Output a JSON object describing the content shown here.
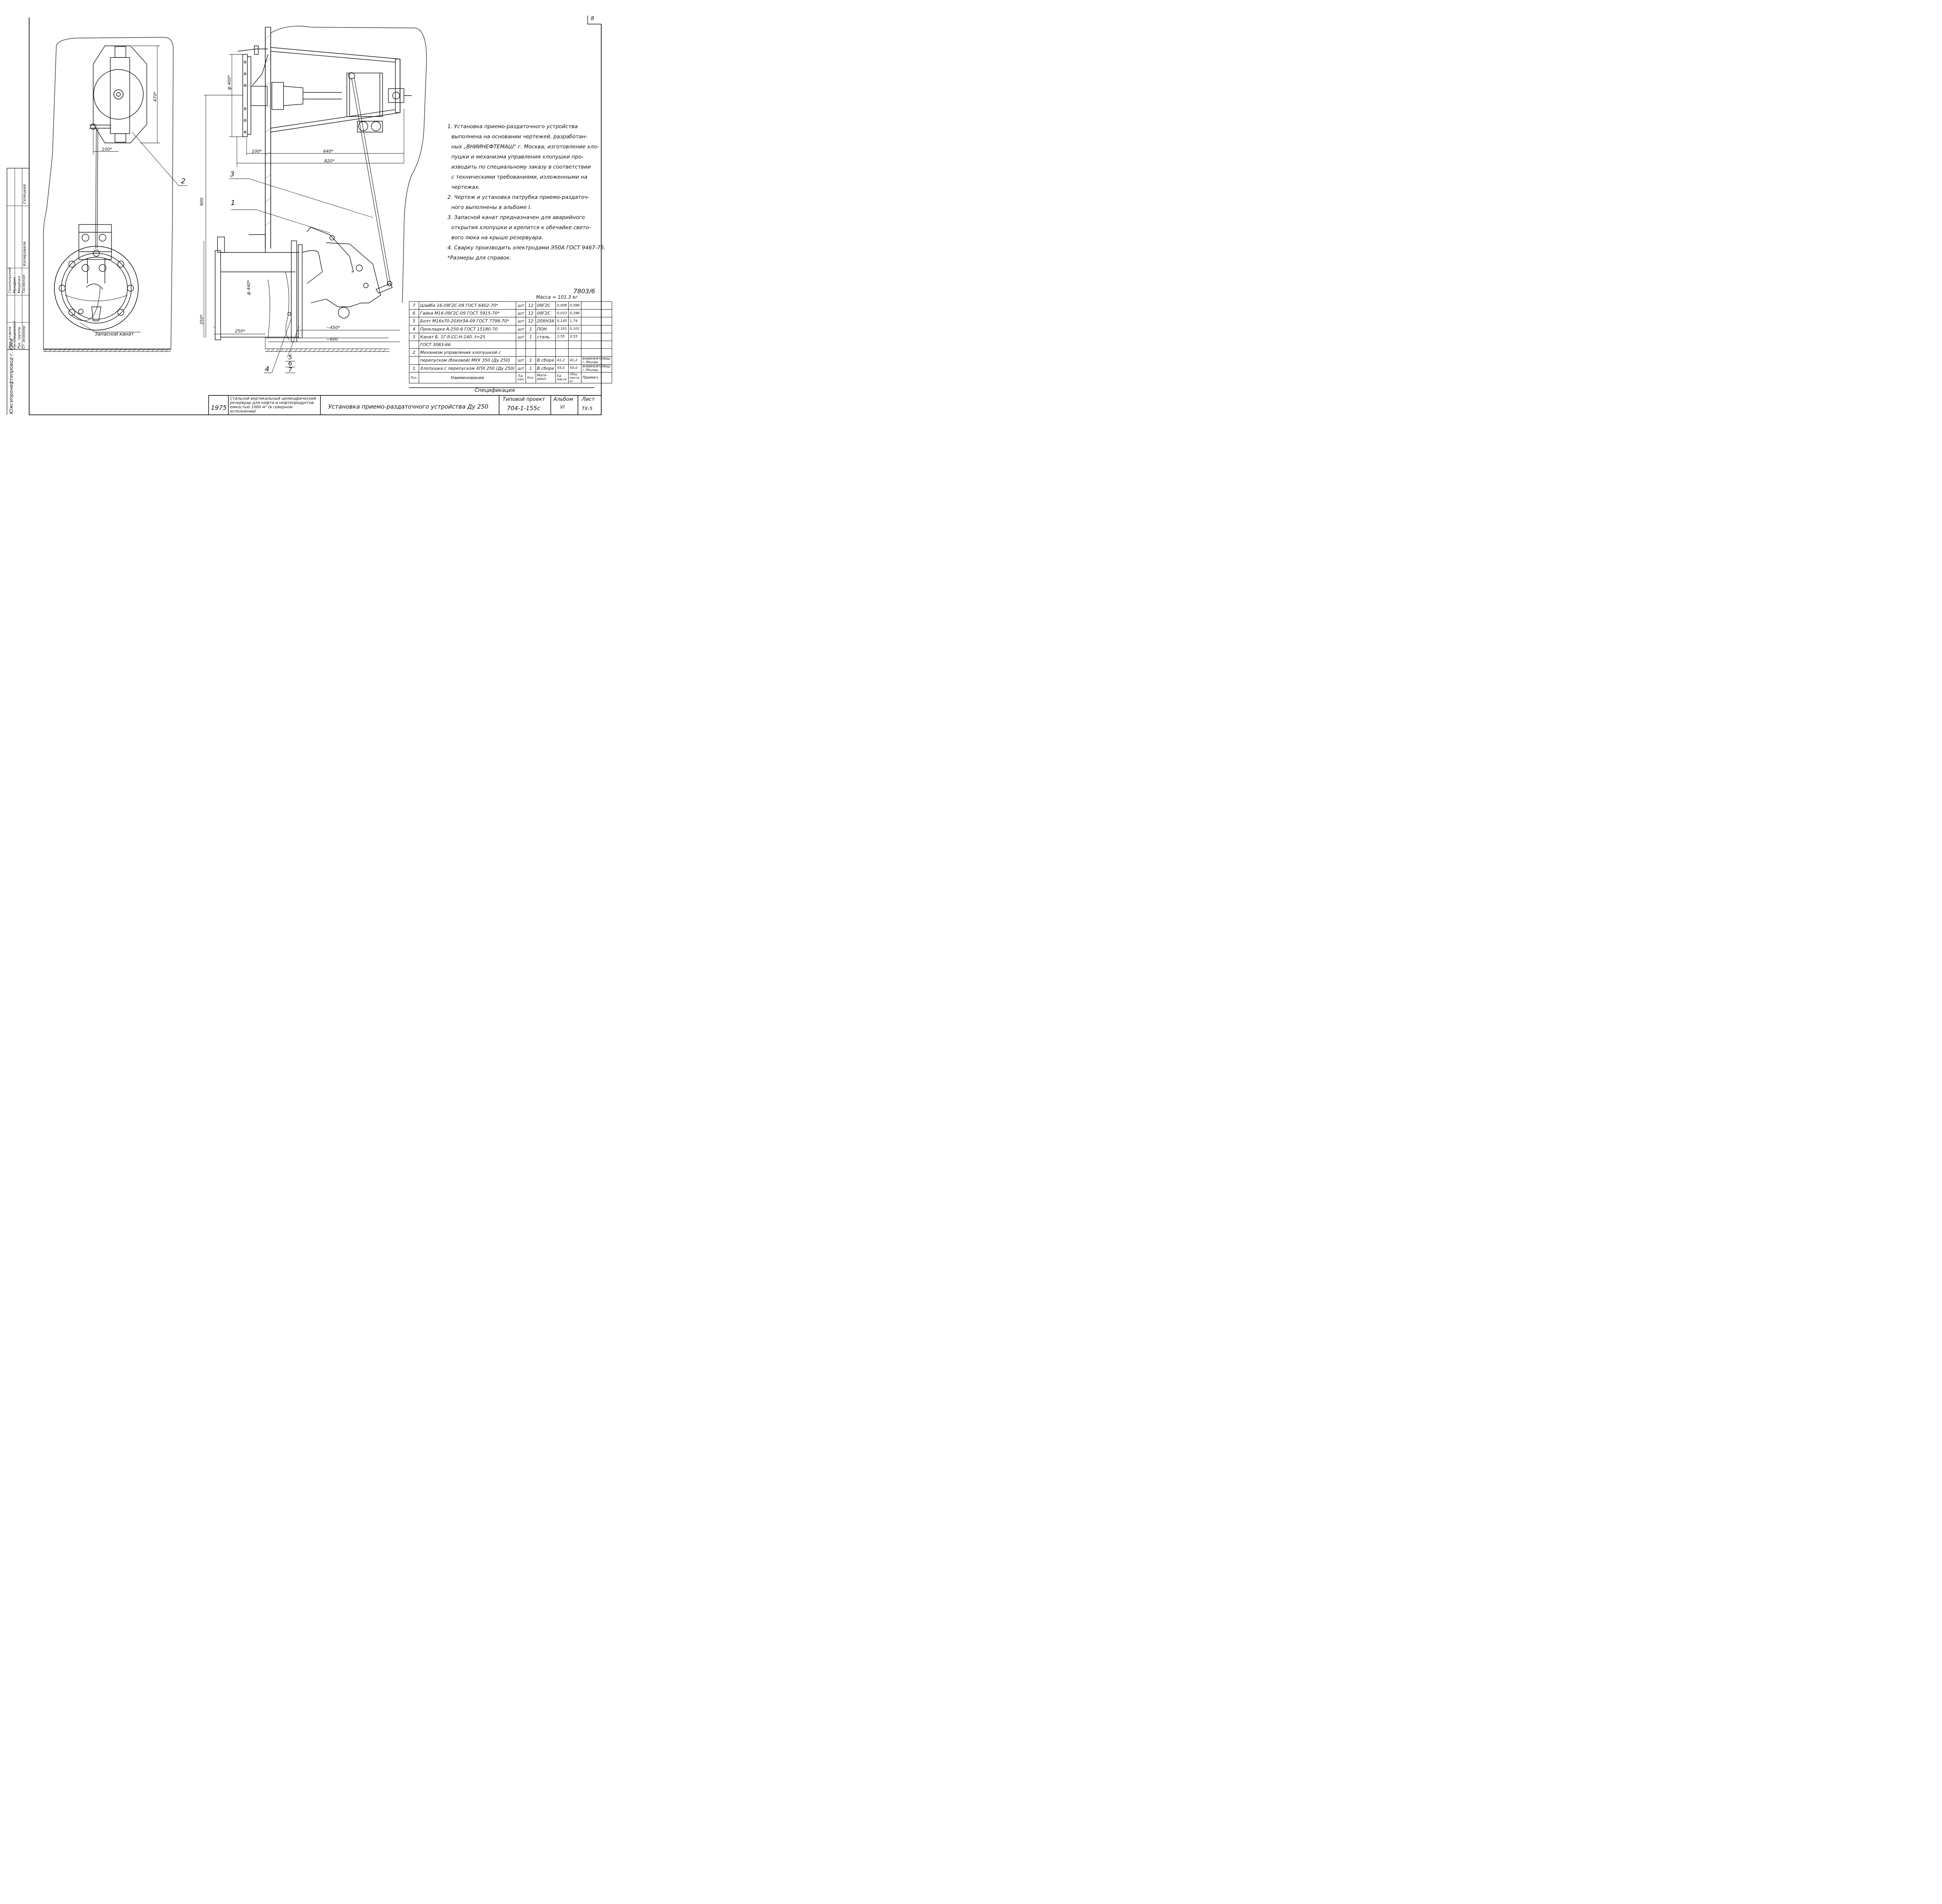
{
  "sheet": {
    "sheet_no": "8",
    "code": "7803/6",
    "mass": "Масса ≈ 101.3 кг"
  },
  "callouts": {
    "c1": "1",
    "c2": "2",
    "c3": "3",
    "c4": "4",
    "c5": "5",
    "c6": "6",
    "c7": "7"
  },
  "dimensions": {
    "d470": "470*",
    "d100a": "100*",
    "d400": "ф 400*",
    "d100b": "100*",
    "d640": "640*",
    "d820": "820*",
    "d900": "900",
    "d440": "ф 440*",
    "d350": "350*",
    "d250": "250*",
    "d450": "~450*",
    "d600": "~600"
  },
  "spare_rope": "Запасной канат",
  "notes": [
    "1. Установка приемо-раздаточного устройства",
    "выполнена на основании чертежей, разработан-",
    "ных „ВНИИНЕФТЕМАШ\" г. Москва; изготовление хло-",
    "пушки и механизма управления хлопушки про-",
    "изводить по специальному заказу в соответствии",
    "с техническими требованиями, изложенными на",
    "чертежах.",
    "2. Чертеж и установка патрубка приемо-раздаточ-",
    "ного выполнены в альбоме I.",
    "3. Запасной канат предназначен для аварийного",
    "открытия хлопушки и крепится к обечайке свето-",
    "вого люка на крыше резервуара.",
    "4. Сварку производить электродами Э50А ГОСТ 9467-75.",
    "*Размеры для справок."
  ],
  "spec": {
    "rows": [
      {
        "pos": "7",
        "name": "Шайба 16-09Г2С-09 ГОСТ 6402-70*",
        "unit": "шт",
        "qty": "12",
        "material": "09Г2С",
        "unit_mass": "0,008",
        "total_mass": "0,096",
        "remark": ""
      },
      {
        "pos": "6",
        "name": "Гайка М16-09Г2С-09 ГОСТ 5915-70*",
        "unit": "шт",
        "qty": "12",
        "material": "09Г2С",
        "unit_mass": "0,033",
        "total_mass": "0,396",
        "remark": ""
      },
      {
        "pos": "5",
        "name": "Болт М16х70-20ХН3А-09 ГОСТ 7798-70*",
        "unit": "шт",
        "qty": "12",
        "material": "20ХН3А",
        "unit_mass": "0,145",
        "total_mass": "1,74",
        "remark": ""
      },
      {
        "pos": "4",
        "name": "Прокладка А-250-6 ГОСТ 15180-70",
        "unit": "шт",
        "qty": "1",
        "material": "ПОН",
        "unit_mass": "0,101",
        "total_mass": "0,101",
        "remark": ""
      },
      {
        "pos": "3",
        "name": "Канат Б. 1Г-II-СС-Н-140. ℓ=25",
        "unit": "шт",
        "qty": "1",
        "material": "сталь",
        "unit_mass": "3,55",
        "total_mass": "3,55",
        "remark": ""
      },
      {
        "pos": "",
        "name": "ГОСТ 3083-66",
        "unit": "",
        "qty": "",
        "material": "",
        "unit_mass": "",
        "total_mass": "",
        "remark": ""
      },
      {
        "pos": "2",
        "name": "Механизм управления хлопушкой с",
        "unit": "",
        "qty": "",
        "material": "",
        "unit_mass": "",
        "total_mass": "",
        "remark": ""
      },
      {
        "pos": "",
        "name": "перепуском (боковой) МУХ 350 (Ду 250)",
        "unit": "шт",
        "qty": "1",
        "material": "В сборе",
        "unit_mass": "41,2",
        "total_mass": "41,2",
        "remark": "ВНИИНЕФТЕМАШ г. Москва"
      },
      {
        "pos": "1",
        "name": "Хлопушка с перепуском ХПХ 250 (Ду 250)",
        "unit": "шт",
        "qty": "1",
        "material": "В сборе",
        "unit_mass": "55,0",
        "total_mass": "55,0",
        "remark": "ВНИИНЕФТЕМАШ г. Москва"
      }
    ],
    "header": {
      "pos": "Поз.",
      "name": "Наименование",
      "unit": "Ед. изм.",
      "qty": "Кол.",
      "material": "Мате- риал",
      "unit_mass": "Ед. масса",
      "total_mass": "Общ. масса кг",
      "remark": "Примеч."
    },
    "caption": "Спецификация"
  },
  "title_block": {
    "year": "1975",
    "object": "Стальной вертикальный цилиндрический резервуар для нефти и нефтепродуктов емкостью 1000 м³ (в северном исполнении)",
    "title": "Установка приемо-раздаточного устройства Ду 250",
    "project_label": "Типовой проект",
    "project_no": "704-1-155с",
    "album_label": "Альбом",
    "album_no": "VI",
    "sheet_label": "Лист",
    "sheet_code": "ТХ-5"
  },
  "left_strip": {
    "org": "Южгипронефтепровод г. Киев",
    "roles": [
      "Нач. отдела",
      "Гл. специалист",
      "Рук. группы",
      "Ст. инженер"
    ],
    "names": [
      "Гонопольский",
      "Мундрик",
      "Мищенко",
      "Гасовская"
    ],
    "extra": [
      "Селецкая",
      "Копировала"
    ]
  }
}
